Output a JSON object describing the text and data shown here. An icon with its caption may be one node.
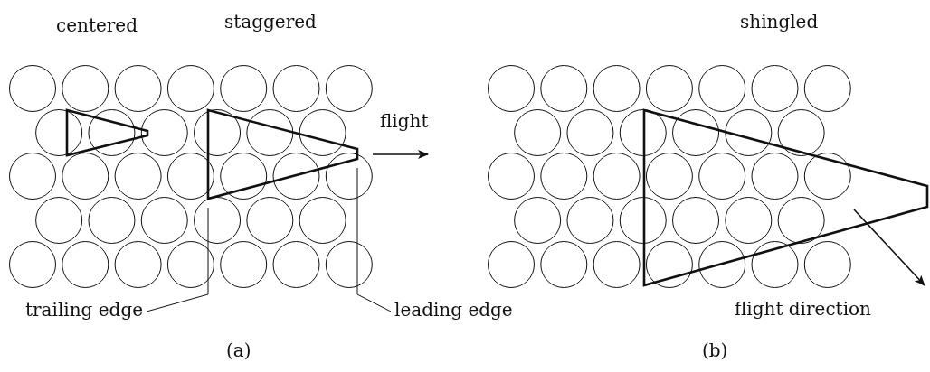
{
  "diagram": {
    "nodes": [
      {
        "text": [
          "trailing edge"
        ]
      },
      {
        "text": [
          "leading edge"
        ]
      }
    ],
    "edges": [
      {
        "from": 0,
        "to": null,
        "arrow": "none"
      },
      {
        "from": 1,
        "to": null,
        "arrow": "none"
      }
    ],
    "labels": [
      "centered",
      "staggered",
      "shingled",
      "flight",
      "flight direction",
      "(a)",
      "(b)"
    ]
  }
}
